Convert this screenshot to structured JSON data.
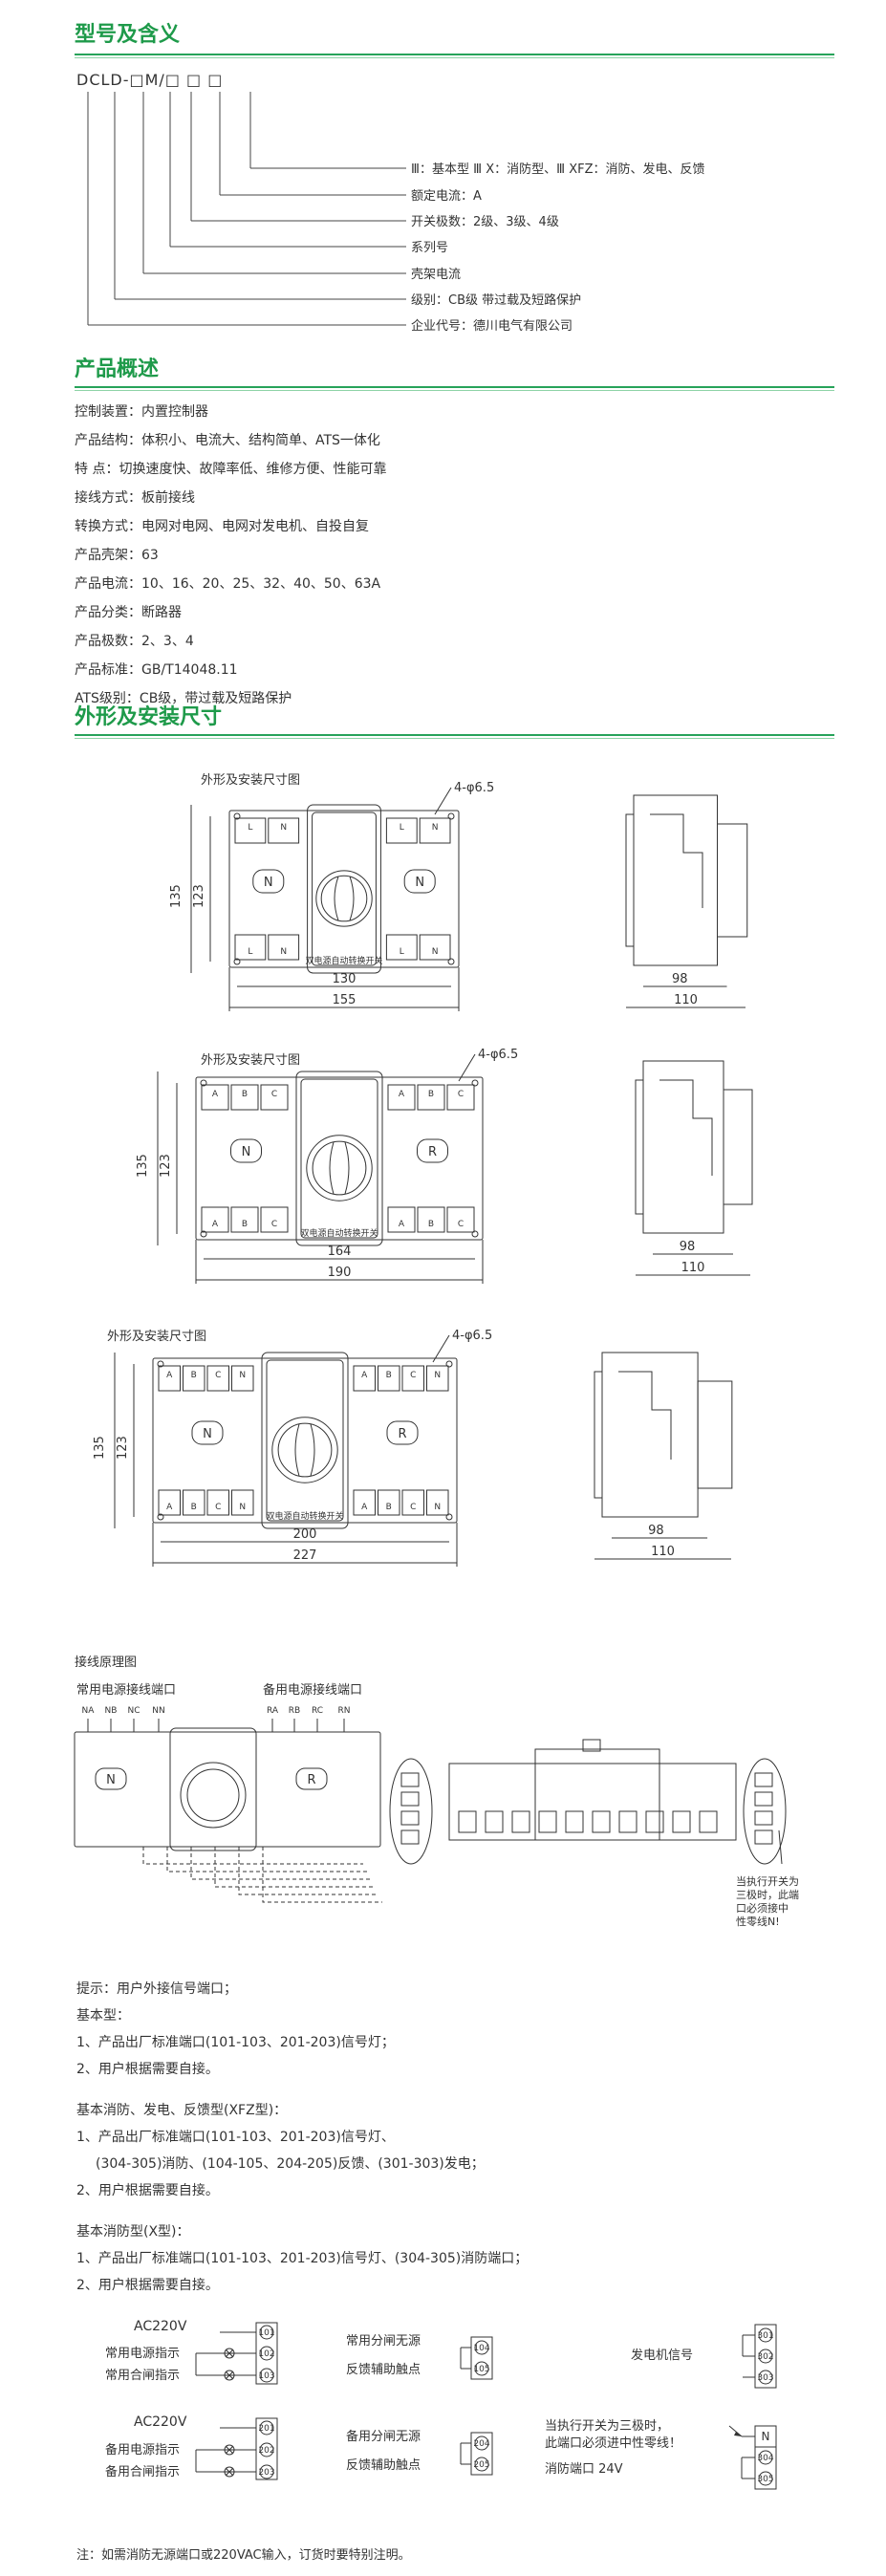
{
  "model": {
    "title": "型号及含义",
    "code_parts": [
      "DC",
      "LD-",
      "□",
      "M/",
      "□",
      "□",
      "□"
    ],
    "code": "DCLD-□M/□ □ □",
    "legend": [
      "Ⅲ：基本型  Ⅲ X：消防型、Ⅲ XFZ：消防、发电、反馈",
      "额定电流：A",
      "开关极数：2级、3级、4级",
      "系列号",
      "壳架电流",
      "级别：CB级 带过载及短路保护",
      "企业代号：德川电气有限公司"
    ]
  },
  "overview": {
    "title": "产品概述",
    "items": [
      "控制装置：内置控制器",
      "产品结构：体积小、电流大、结构简单、ATS一体化",
      "特    点：切换速度快、故障率低、维修方便、性能可靠",
      "接线方式：板前接线",
      "转换方式：电网对电网、电网对发电机、自投自复",
      "产品壳架：63",
      "产品电流：10、16、20、25、32、40、50、63A",
      "产品分类：断路器",
      "产品极数：2、3、4",
      "产品标准：GB/T14048.11",
      "ATS级别：CB级，带过载及短路保护"
    ]
  },
  "dims": {
    "title": "外形及安装尺寸",
    "drawings": [
      {
        "caption": "外形及安装尺寸图",
        "hole": "4-φ6.5",
        "h1": "135",
        "h2": "123",
        "w1": "130",
        "w2": "155",
        "side_w1": "98",
        "side_w2": "110",
        "poles_left": [
          "L",
          "N"
        ],
        "poles_right": [
          "L",
          "N"
        ],
        "left_badge": "N",
        "right_badge": "N",
        "label": "双电源自动转换开关"
      },
      {
        "caption": "外形及安装尺寸图",
        "hole": "4-φ6.5",
        "h1": "135",
        "h2": "123",
        "w1": "164",
        "w2": "190",
        "side_w1": "98",
        "side_w2": "110",
        "poles_left": [
          "A",
          "B",
          "C"
        ],
        "poles_right": [
          "A",
          "B",
          "C"
        ],
        "left_badge": "N",
        "right_badge": "R",
        "label": "双电源自动转换开关"
      },
      {
        "caption": "外形及安装尺寸图",
        "hole": "4-φ6.5",
        "h1": "135",
        "h2": "123",
        "w1": "200",
        "w2": "227",
        "side_w1": "98",
        "side_w2": "110",
        "poles_left": [
          "A",
          "B",
          "C",
          "N"
        ],
        "poles_right": [
          "A",
          "B",
          "C",
          "N"
        ],
        "left_badge": "N",
        "right_badge": "R",
        "label": "双电源自动转换开关"
      }
    ]
  },
  "wiring": {
    "title": "接线原理图",
    "left_port": "常用电源接线端口",
    "right_port": "备用电源接线端口",
    "left_terms": [
      "NA",
      "NB",
      "NC",
      "NN"
    ],
    "right_terms": [
      "RA",
      "RB",
      "RC",
      "RN"
    ],
    "note": "当执行开关为三极时，此端口必须接中性零线N!"
  },
  "notes": {
    "hint": "提示：用户外接信号端口；",
    "basic_title": "基本型：",
    "basic": [
      "1、产品出厂标准端口(101-103、201-203)信号灯；",
      "2、用户根据需要自接。"
    ],
    "xfz_title": "基本消防、发电、反馈型(XFZ型)：",
    "xfz": [
      "1、产品出厂标准端口(101-103、201-203)信号灯、",
      "(304-305)消防、(104-105、204-205)反馈、(301-303)发电；",
      "2、用户根据需要自接。"
    ],
    "x_title": "基本消防型(X型)：",
    "x": [
      "1、产品出厂标准端口(101-103、201-203)信号灯、(304-305)消防端口；",
      "2、用户根据需要自接。"
    ]
  },
  "schematic": {
    "ac1": "AC220V",
    "ind1": "常用电源指示",
    "ind2": "常用合闸指示",
    "ac2": "AC220V",
    "ind3": "备用电源指示",
    "ind4": "备用合闸指示",
    "fb1a": "常用分闸无源",
    "fb1b": "反馈辅助触点",
    "fb2a": "备用分闸无源",
    "fb2b": "反馈辅助触点",
    "gen": "发电机信号",
    "neutral_note1": "当执行开关为三极时，",
    "neutral_note2": "此端口必须进中性零线！",
    "fire": "消防端口 24V",
    "t1": [
      "101",
      "102",
      "103"
    ],
    "t2": [
      "201",
      "202",
      "203"
    ],
    "t3": [
      "104",
      "105"
    ],
    "t4": [
      "204",
      "205"
    ],
    "t5": [
      "301",
      "302",
      "303"
    ],
    "t6": [
      "N",
      "304",
      "305"
    ],
    "footer": "注：如需消防无源端口或220VAC输入，订货时要特别注明。"
  },
  "colors": {
    "accent": "#1e9a4a",
    "rule": "#27a35a"
  }
}
